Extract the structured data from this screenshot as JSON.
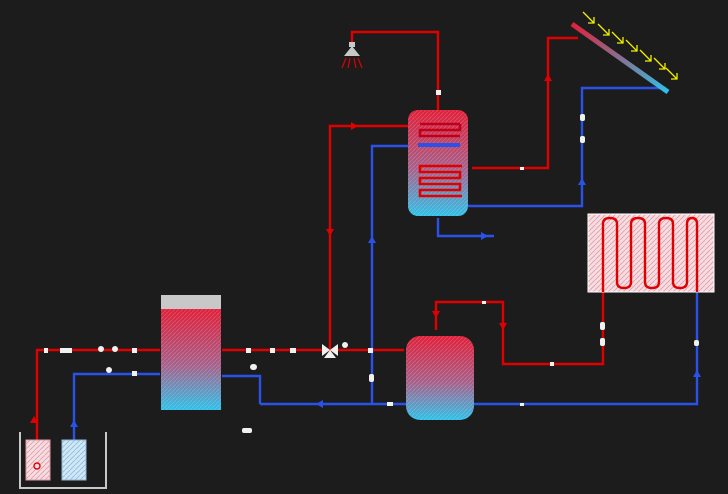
{
  "diagram": {
    "background": "#1c1c1c",
    "colors": {
      "hot": "#e00000",
      "cold": "#2a52e8",
      "tank_top": "#e0203a",
      "tank_bottom": "#30c0e8",
      "solar_ray": "#f0f000",
      "component": "#f0f0f0",
      "cap_gray": "#c8c8c8"
    },
    "components": [
      {
        "id": "solar-collector",
        "icon": "solar-panel-icon"
      },
      {
        "id": "shower",
        "icon": "shower-icon"
      },
      {
        "id": "dhw-tank",
        "icon": "boiler-tank-icon"
      },
      {
        "id": "underfloor-heating",
        "icon": "radiant-floor-icon"
      },
      {
        "id": "heat-pump",
        "icon": "heat-pump-icon"
      },
      {
        "id": "buffer-tank",
        "icon": "buffer-tank-icon"
      },
      {
        "id": "ground-well",
        "icon": "water-well-icon"
      },
      {
        "id": "three-way-valve",
        "icon": "mixing-valve-icon"
      }
    ]
  }
}
